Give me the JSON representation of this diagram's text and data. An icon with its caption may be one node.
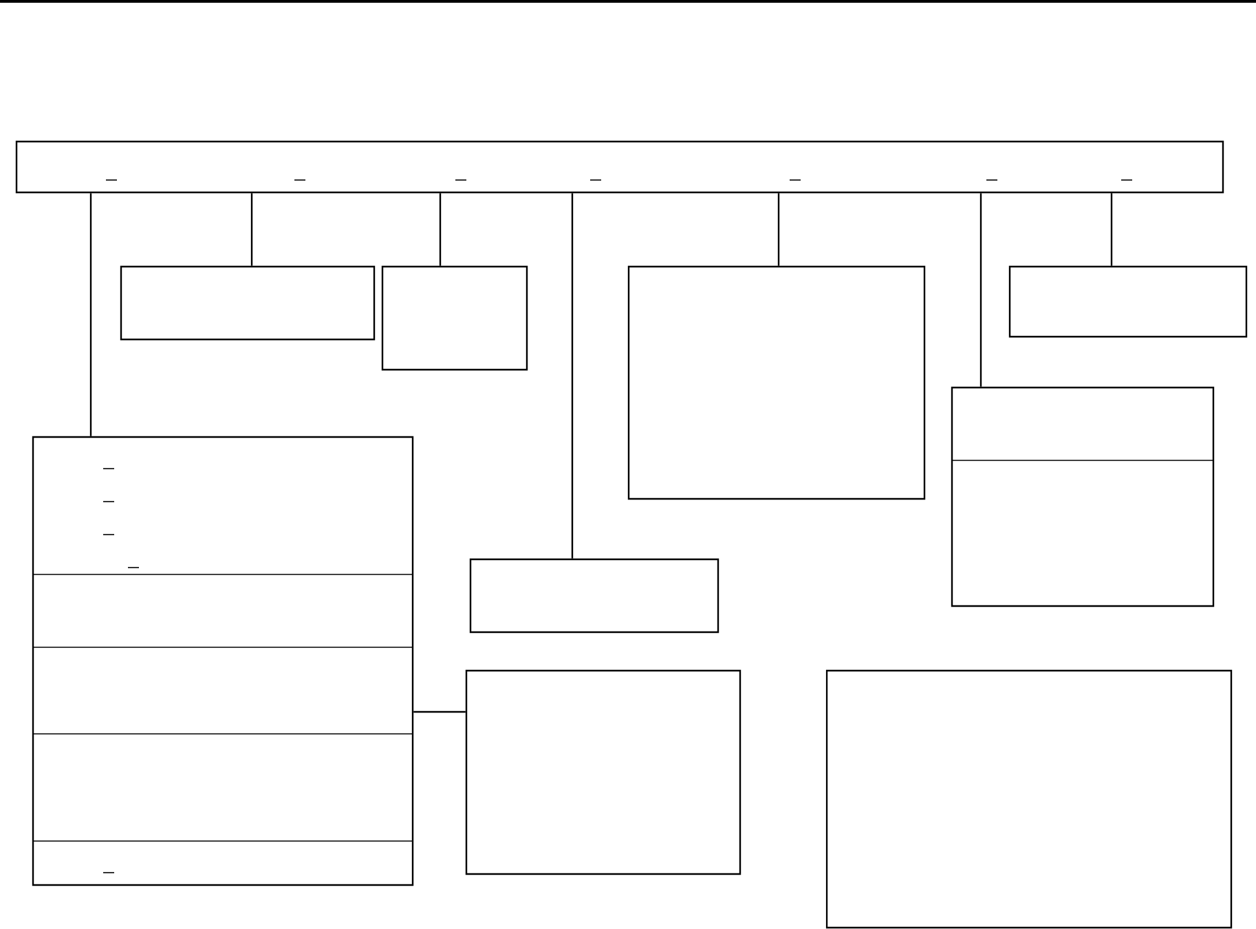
{
  "diagram": {
    "nodes": [
      {
        "text": [],
        "shape": "box"
      },
      {
        "text": [],
        "shape": "box"
      },
      {
        "text": [],
        "shape": "box"
      },
      {
        "text": [],
        "shape": "box"
      },
      {
        "text": [],
        "shape": "box"
      },
      {
        "text": [],
        "shape": "box"
      },
      {
        "text": [],
        "shape": "box"
      },
      {
        "text": [],
        "shape": "box"
      },
      {
        "text": [],
        "shape": "box"
      },
      {
        "text": [],
        "shape": "box"
      }
    ],
    "edges": [
      {
        "from": 0,
        "to": 6,
        "arrow": "none"
      },
      {
        "from": 0,
        "to": 1,
        "arrow": "none"
      },
      {
        "from": 0,
        "to": 2,
        "arrow": "none"
      },
      {
        "from": 0,
        "to": 7,
        "arrow": "none"
      },
      {
        "from": 0,
        "to": 3,
        "arrow": "none"
      },
      {
        "from": 0,
        "to": 5,
        "arrow": "none"
      },
      {
        "from": 0,
        "to": 4,
        "arrow": "none"
      },
      {
        "from": 6,
        "to": 8,
        "arrow": "none"
      }
    ]
  }
}
